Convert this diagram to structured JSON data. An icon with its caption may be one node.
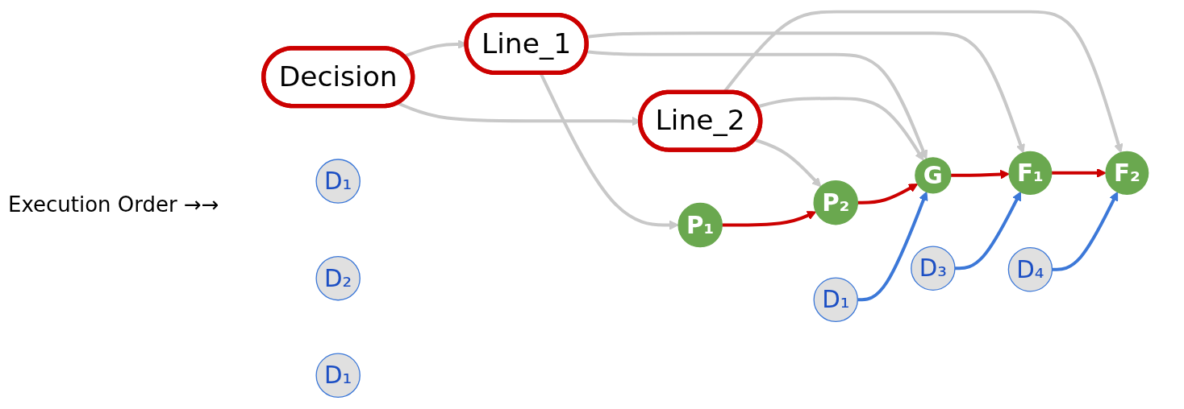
{
  "diagram": {
    "nodes": [
      {
        "text": [
          "Decision"
        ]
      },
      {
        "text": [
          "Line_1"
        ]
      },
      {
        "text": [
          "Line_2"
        ]
      },
      {
        "text": [
          "P₁"
        ]
      },
      {
        "text": [
          "P₂"
        ]
      },
      {
        "text": [
          "G"
        ]
      },
      {
        "text": [
          "F₁"
        ]
      },
      {
        "text": [
          "F₂"
        ]
      },
      {
        "text": [
          "D₁"
        ]
      },
      {
        "text": [
          "D₁"
        ]
      },
      {
        "text": [
          "D₂"
        ]
      },
      {
        "text": [
          "D₃"
        ]
      },
      {
        "text": [
          "D₁"
        ]
      },
      {
        "text": [
          "D₄"
        ]
      }
    ],
    "edges": [
      {
        "from": 0,
        "to": 1,
        "arrow": "to"
      },
      {
        "from": 0,
        "to": 2,
        "arrow": "to"
      },
      {
        "from": 1,
        "to": 3,
        "arrow": "to"
      },
      {
        "from": 1,
        "to": 5,
        "arrow": "to"
      },
      {
        "from": 1,
        "to": 6,
        "arrow": "to"
      },
      {
        "from": 2,
        "to": 4,
        "arrow": "to"
      },
      {
        "from": 2,
        "to": 5,
        "arrow": "to"
      },
      {
        "from": 2,
        "to": 7,
        "arrow": "to"
      },
      {
        "from": 3,
        "to": 4,
        "arrow": "to",
        "color": "#cc0000"
      },
      {
        "from": 4,
        "to": 5,
        "arrow": "to",
        "color": "#cc0000"
      },
      {
        "from": 5,
        "to": 6,
        "arrow": "to",
        "color": "#cc0000"
      },
      {
        "from": 6,
        "to": 7,
        "arrow": "to",
        "color": "#cc0000"
      },
      {
        "from": 8,
        "to": 5,
        "arrow": "to",
        "color": "#3c78d8"
      },
      {
        "from": 11,
        "to": 6,
        "arrow": "to",
        "color": "#3c78d8"
      },
      {
        "from": 13,
        "to": 7,
        "arrow": "to",
        "color": "#3c78d8"
      }
    ],
    "labels": [
      "Execution Order →→"
    ]
  }
}
